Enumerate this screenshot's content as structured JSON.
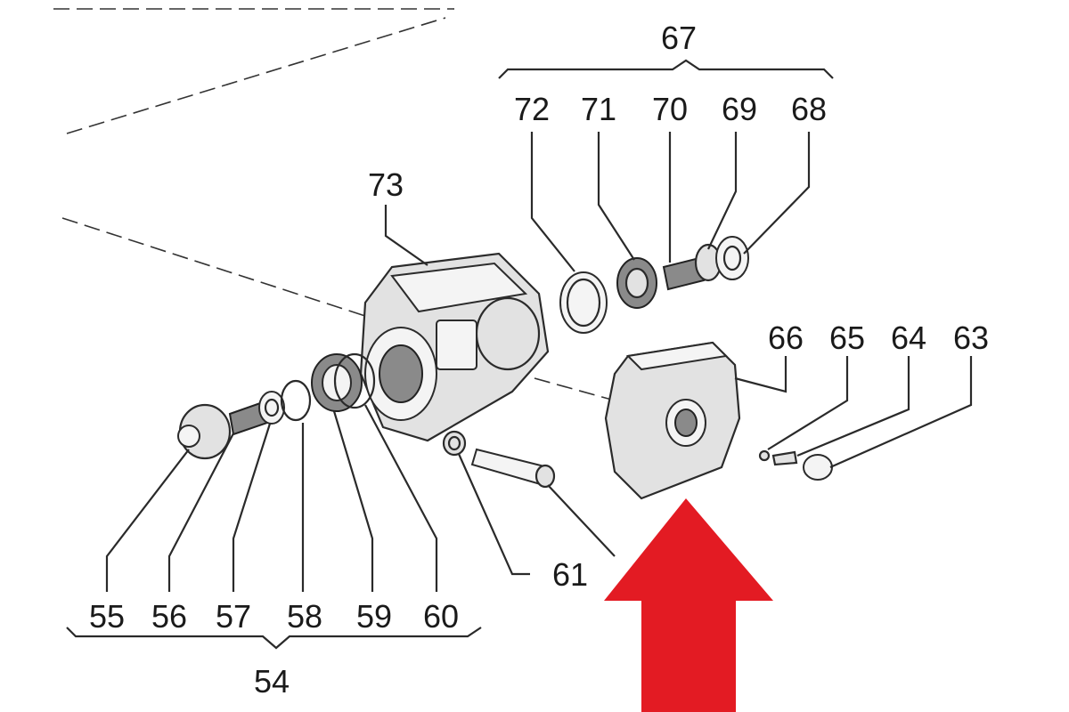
{
  "diagram": {
    "groups": [
      {
        "id": "67",
        "children": [
          "72",
          "71",
          "70",
          "69",
          "68"
        ]
      },
      {
        "id": "54",
        "children": [
          "55",
          "56",
          "57",
          "58",
          "59",
          "60"
        ]
      }
    ],
    "callouts": [
      "55",
      "56",
      "57",
      "58",
      "59",
      "60",
      "61",
      "63",
      "64",
      "65",
      "66",
      "67",
      "68",
      "69",
      "70",
      "71",
      "72",
      "73",
      "54"
    ],
    "arrow_color": "#e31b23"
  },
  "labels": {
    "l67": "67",
    "l72": "72",
    "l71": "71",
    "l70": "70",
    "l69": "69",
    "l68": "68",
    "l73": "73",
    "l66": "66",
    "l65": "65",
    "l64": "64",
    "l63": "63",
    "l61": "61",
    "l55": "55",
    "l56": "56",
    "l57": "57",
    "l58": "58",
    "l59": "59",
    "l60": "60",
    "l54": "54"
  }
}
